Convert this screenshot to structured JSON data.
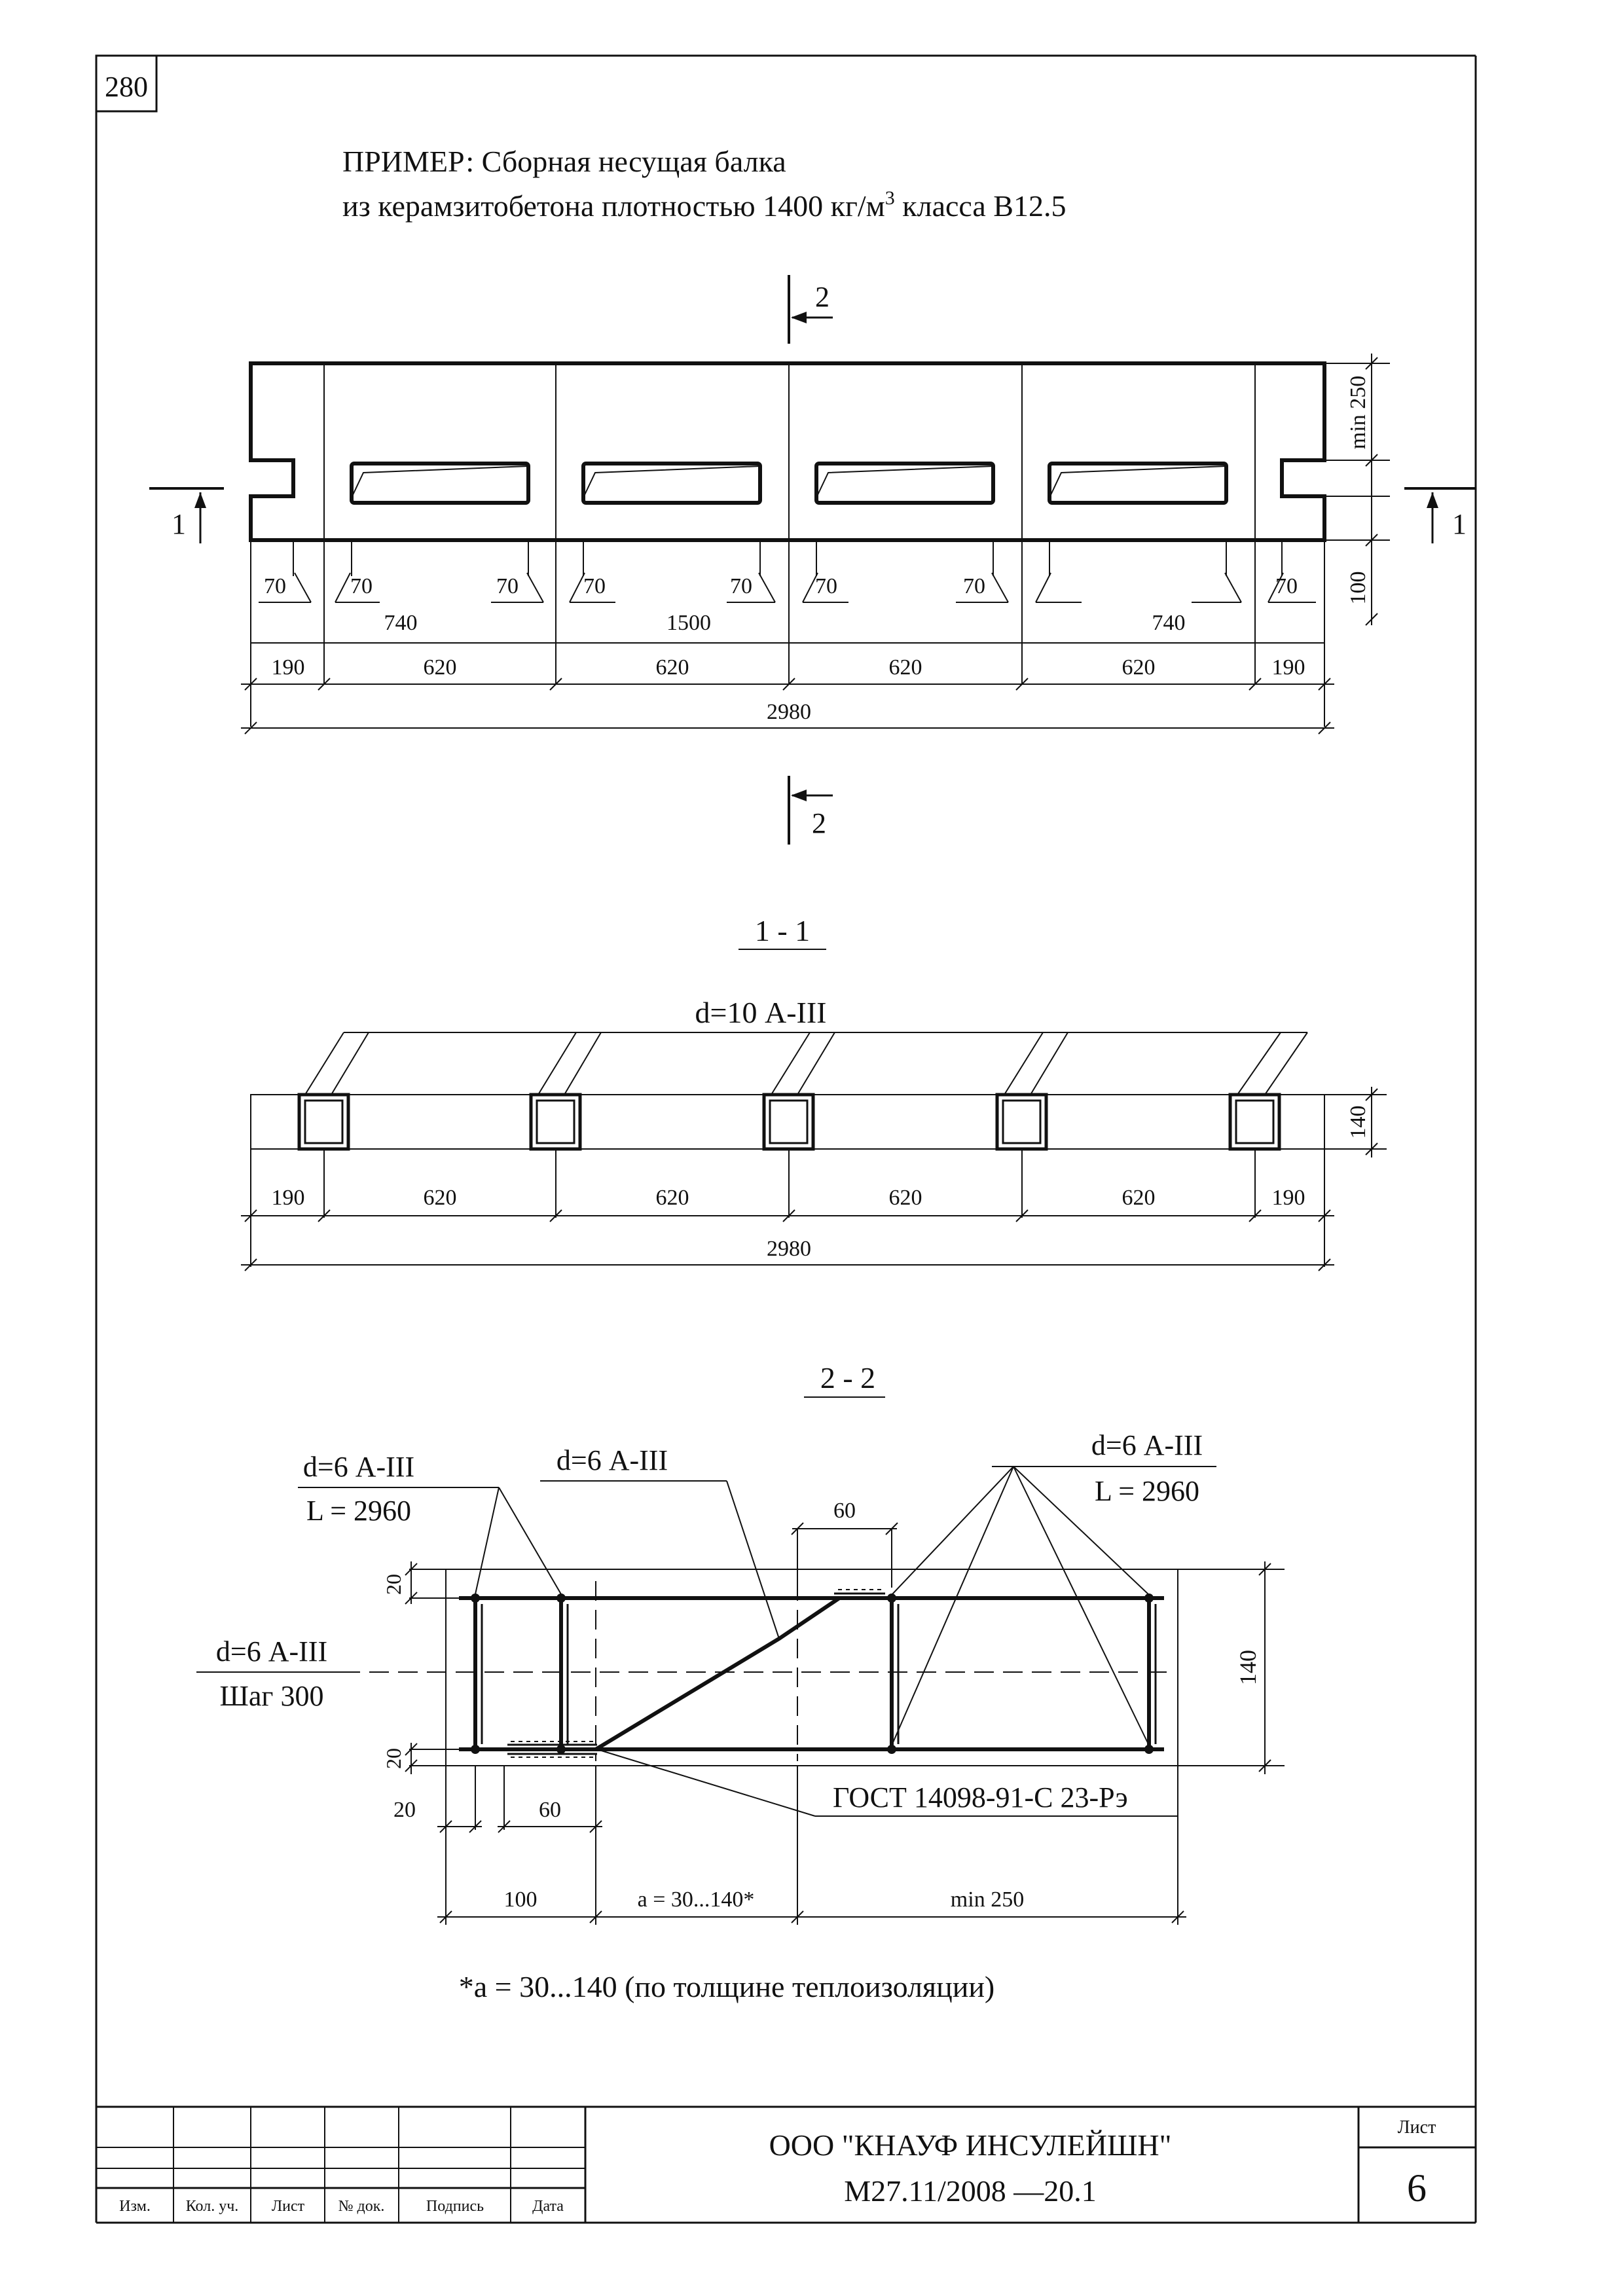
{
  "sheet_number_box": "280",
  "title": {
    "line1": "ПРИМЕР: Сборная несущая балка",
    "line2_pre": "из керамзитобетона плотностью 1400 кг/м",
    "line2_sup": "3",
    "line2_post": " класса В12.5"
  },
  "elevation": {
    "section_mark_top": "2",
    "section_mark_bottom": "2",
    "section_mark_left": "1",
    "section_mark_right": "1",
    "dim_min250": "min 250",
    "dim_100": "100",
    "dim_70": [
      "70",
      "70",
      "70",
      "70",
      "70",
      "70",
      "70",
      "70"
    ],
    "dim_openings": [
      "740",
      "1500",
      "740"
    ],
    "dim_row": [
      "190",
      "620",
      "620",
      "620",
      "620",
      "190"
    ],
    "dim_total": "2980"
  },
  "section_1_1": {
    "title": "1 - 1",
    "rebar_label": "d=10 А-III",
    "dim_140": "140",
    "dim_row": [
      "190",
      "620",
      "620",
      "620",
      "620",
      "190"
    ],
    "dim_total": "2980"
  },
  "section_2_2": {
    "title": "2 - 2",
    "label_top_left_1": "d=6 А-III",
    "label_top_left_2": "L = 2960",
    "label_top_mid": "d=6 А-III",
    "label_top_right_1": "d=6 А-III",
    "label_top_right_2": "L = 2960",
    "label_left_1": "d=6 А-III",
    "label_left_2": "Шаг 300",
    "dim_60_top": "60",
    "dim_20_top": "20",
    "dim_20_bot": "20",
    "dim_20_h": "20",
    "dim_60_bot": "60",
    "dim_140": "140",
    "gost_label": "ГОСТ 14098-91-С 23-Рэ",
    "dim_100": "100",
    "dim_a": "a = 30...140*",
    "dim_min250": "min 250"
  },
  "footnote": "*a = 30...140 (по толщине теплоизоляции)",
  "title_block": {
    "col_headers": [
      "Изм.",
      "Кол. уч.",
      "Лист",
      "№ док.",
      "Подпись",
      "Дата"
    ],
    "company": "ООО \"КНАУФ ИНСУЛЕЙШН\"",
    "doc_code": "М27.11/2008 —20.1",
    "sheet_label": "Лист",
    "sheet_no": "6"
  }
}
